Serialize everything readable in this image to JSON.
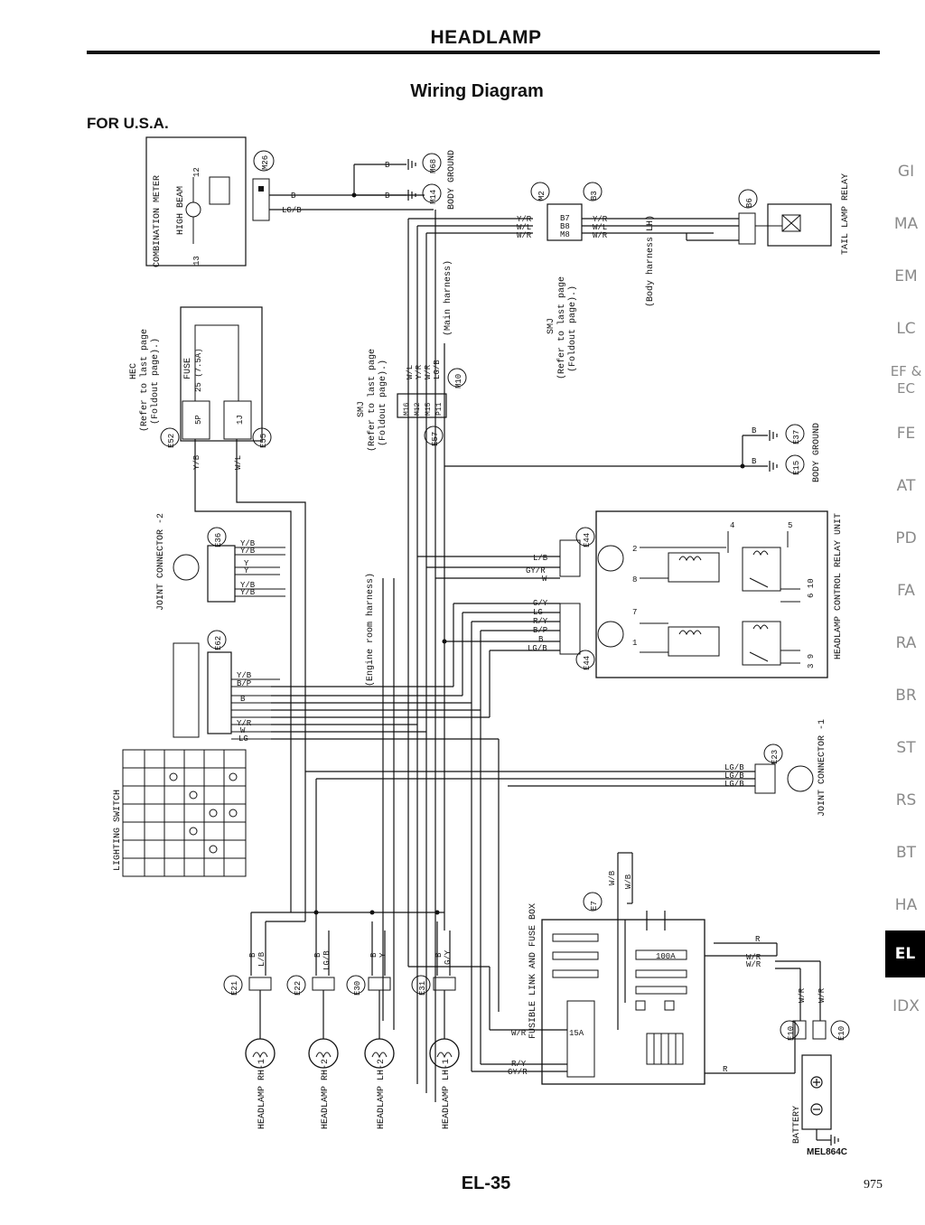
{
  "header": {
    "title": "HEADLAMP"
  },
  "diagram_title": "Wiring Diagram",
  "region": "FOR U.S.A.",
  "components": {
    "combination_meter": "COMBINATION METER",
    "high_beam": "HIGH BEAM",
    "hec": "HEC",
    "hec_ref": "(Refer to last page",
    "hec_ref2": "(Foldout page).)",
    "fuse": "FUSE",
    "fuse_rating": "25 (7.5A)",
    "smj": "SMJ",
    "smj_ref": "(Refer to last page",
    "smj_ref2": "(Foldout page).)",
    "main_harness": "(Main harness)",
    "body_ground": "BODY GROUND",
    "body_harness": "(Body harness LH)",
    "tail_lamp_relay": "TAIL LAMP RELAY",
    "joint_connector_2": "JOINT CONNECTOR -2",
    "joint_connector_1": "JOINT CONNECTOR -1",
    "engine_room_harness": "(Engine room harness)",
    "headlamp_control": "HEADLAMP CONTROL RELAY UNIT",
    "lighting_switch": "LIGHTING SWITCH",
    "fusible_link": "FUSIBLE LINK AND FUSE BOX",
    "battery": "BATTERY",
    "headlamp_rh1": "HEADLAMP RH-1",
    "headlamp_rh2": "HEADLAMP RH-2",
    "headlamp_lh2": "HEADLAMP LH-2",
    "headlamp_lh1": "HEADLAMP LH-1",
    "fuse_100a": "100A",
    "fuse_15a": "15A"
  },
  "connectors": {
    "m26": "M26",
    "m68": "M68",
    "m14": "M14",
    "m2": "M2",
    "b3": "B3",
    "b6": "B6",
    "e52": "E52",
    "e55": "E55",
    "e57": "E57",
    "m10": "M10",
    "e37": "E37",
    "e15": "E15",
    "e36": "E36",
    "e44": "E44",
    "e44b": "E44",
    "e62": "E62",
    "e23": "E23",
    "e7": "E7",
    "e21": "E21",
    "e22": "E22",
    "e30": "E30",
    "e31": "E31",
    "e10": "E10",
    "e10b": "E10"
  },
  "wires": {
    "b": "B",
    "lgb": "LG/B",
    "yr": "Y/R",
    "wl": "W/L",
    "wr": "W/R",
    "yb": "Y/B",
    "y": "Y",
    "lb": "L/B",
    "gyr": "GY/R",
    "w": "W",
    "gy": "G/Y",
    "ry": "R/Y",
    "bp": "B/P",
    "lg": "LG",
    "r": "R",
    "wb": "W/B"
  },
  "terminals": {
    "t13": "13",
    "t12": "12",
    "m16": "M16",
    "m12": "M12",
    "m15": "M15",
    "p11": "P11",
    "b7": "B7",
    "b8": "B8",
    "m8": "M8",
    "t5p": "5P",
    "t1j": "1J",
    "r2": "2",
    "r8": "8",
    "r7": "7",
    "r1": "1",
    "r4": "4",
    "r5": "5",
    "r610": "6 10",
    "r39": "3 9"
  },
  "side_tabs": [
    "GI",
    "MA",
    "EM",
    "LC",
    "EF & EC",
    "FE",
    "AT",
    "PD",
    "FA",
    "RA",
    "BR",
    "ST",
    "RS",
    "BT",
    "HA",
    "EL",
    "IDX"
  ],
  "active_tab": "EL",
  "footer": {
    "code": "MEL864C",
    "page_id": "EL-35",
    "page_number": "975"
  }
}
